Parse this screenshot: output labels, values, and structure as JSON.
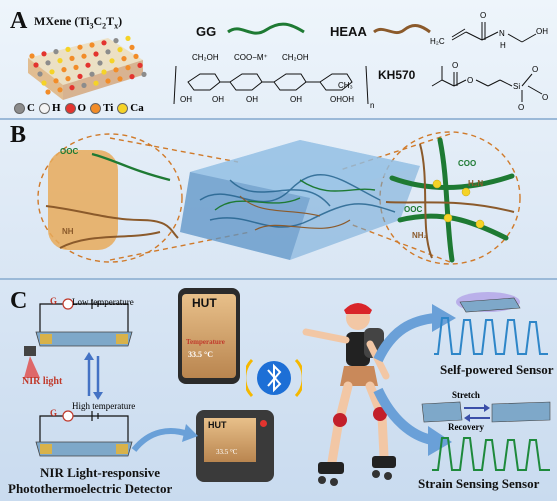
{
  "panel_a": {
    "label": "A",
    "mxene_title": "MXene (Ti",
    "mxene_sub1": "3",
    "mxene_mid": "C",
    "mxene_sub2": "2",
    "mxene_end": "T",
    "mxene_subx": "x",
    "mxene_close": ")",
    "legend": [
      {
        "symbol": "C",
        "color": "#8c8c8c"
      },
      {
        "symbol": "H",
        "color": "#f4f4f4"
      },
      {
        "symbol": "O",
        "color": "#e3342f"
      },
      {
        "symbol": "Ti",
        "color": "#f28c28"
      },
      {
        "symbol": "Ca",
        "color": "#f5d327"
      }
    ],
    "gg_label": "GG",
    "gg_color": "#1e7a33",
    "heaa_label": "HEAA",
    "heaa_color": "#8b5a2b",
    "kh570_label": "KH570",
    "n_label": "n",
    "coo_label": "COO−M⁺",
    "ch2oh_label": "CH₂OH",
    "ch3_label": "CH₃",
    "oh_label": "OH",
    "oh_h": "OHOH",
    "h2c_label": "H₂C",
    "o_label": "O",
    "h_label": "H",
    "n_atom": "N",
    "si_label": "Si"
  },
  "panel_b": {
    "label": "B",
    "coo_label": "COO",
    "ooc_label": "OOC",
    "h2n_label": "H₂N",
    "nh2_label": "NH₂",
    "ooc_left": "OOC",
    "nh_left": "NH"
  },
  "panel_c": {
    "label": "C",
    "low_temp": "Low temperature",
    "high_temp": "High temperature",
    "nir_light": "NIR light",
    "g1": "G",
    "detector_line1": "NIR Light-responsive",
    "detector_line2": "Photothermoelectric Detector",
    "phone_brand": "HUT",
    "phone_temp_label": "Temperature",
    "phone_temp_value": "33.5 °C",
    "device_brand": "HUT",
    "device_value": "33.5 °C",
    "self_powered": "Self-powered Sensor",
    "stretch": "Stretch",
    "recovery": "Recovery",
    "strain_sensing": "Strain Sensing Sensor"
  }
}
